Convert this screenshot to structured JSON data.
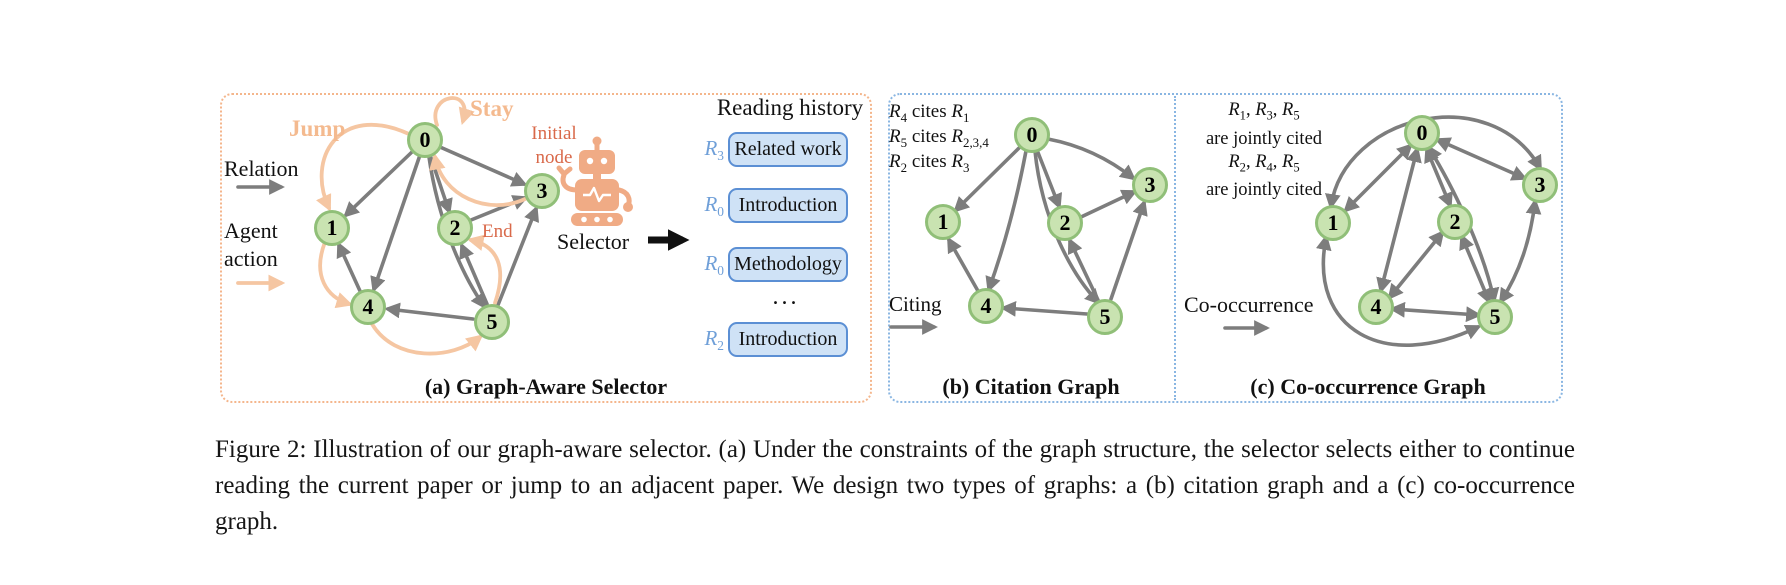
{
  "colors": {
    "node_fill": "#c9e3b1",
    "node_stroke": "#90bf78",
    "relation_gray": "#7d7d7d",
    "agent_orange": "#f5c6a2",
    "robot_peach": "#f0ab85",
    "action_label_peach": "#f4ba8f",
    "callout_red": "#d9694a",
    "history_box_fill": "#cfe2f6",
    "history_box_border": "#5b8fd4",
    "ref_blue": "#6f9fd8",
    "panel_a_border": "#f4b68c",
    "panel_bc_border": "#8ab6e2",
    "black_arrow": "#111111"
  },
  "figure": {
    "panel_a": {
      "title": "(a) Graph-Aware Selector",
      "legend": {
        "relation": "Relation",
        "agent_line1": "Agent",
        "agent_line2": "action"
      },
      "action_labels": {
        "jump": "Jump",
        "stay": "Stay",
        "initial_line1": "Initial",
        "initial_line2": "node",
        "end": "End"
      },
      "selector_label": "Selector",
      "nodes": [
        "0",
        "1",
        "2",
        "3",
        "4",
        "5"
      ],
      "relation_edges": [
        "0→1",
        "0→2",
        "0→3",
        "0→4",
        "0→5",
        "2→3",
        "4→1",
        "5→2",
        "5→3",
        "5→4"
      ],
      "agent_action_edges": [
        "0→0 (Stay)",
        "0→1 (Jump)",
        "3→0",
        "1→4",
        "4→5",
        "5→2 (End)"
      ],
      "reading_history": {
        "title": "Reading history",
        "ellipsis": "...",
        "items": [
          {
            "ref_base": "R",
            "ref_sub": "3",
            "section": "Related work"
          },
          {
            "ref_base": "R",
            "ref_sub": "0",
            "section": "Introduction"
          },
          {
            "ref_base": "R",
            "ref_sub": "0",
            "section": "Methodology"
          },
          {
            "ref_base": "R",
            "ref_sub": "2",
            "section": "Introduction"
          }
        ]
      }
    },
    "panel_b": {
      "title": "(b) Citation Graph",
      "legend": "Citing",
      "nodes": [
        "0",
        "1",
        "2",
        "3",
        "4",
        "5"
      ],
      "edges": [
        "0→1",
        "0→2",
        "0→3",
        "0→4",
        "0→5",
        "2→3",
        "4→1",
        "5→2",
        "5→3",
        "5→4"
      ],
      "facts": [
        [
          {
            "t": "R",
            "i": 1
          },
          {
            "t": "4",
            "sub": 1
          },
          {
            "t": " cites "
          },
          {
            "t": "R",
            "i": 1
          },
          {
            "t": "1",
            "sub": 1
          }
        ],
        [
          {
            "t": "R",
            "i": 1
          },
          {
            "t": "5",
            "sub": 1
          },
          {
            "t": " cites "
          },
          {
            "t": "R",
            "i": 1
          },
          {
            "t": "2,3,4",
            "sub": 1
          }
        ],
        [
          {
            "t": "R",
            "i": 1
          },
          {
            "t": "2",
            "sub": 1
          },
          {
            "t": " cites "
          },
          {
            "t": "R",
            "i": 1
          },
          {
            "t": "3",
            "sub": 1
          }
        ]
      ]
    },
    "panel_c": {
      "title": "(c) Co-occurrence Graph",
      "legend": "Co-occurrence",
      "nodes": [
        "0",
        "1",
        "2",
        "3",
        "4",
        "5"
      ],
      "edges": [
        "0↔1",
        "0↔2",
        "0↔3",
        "0↔4",
        "0↔5",
        "1↔3",
        "1↔5",
        "2↔4",
        "2↔5",
        "3↔5",
        "4↔5"
      ],
      "facts": [
        [
          {
            "t": "R",
            "i": 1
          },
          {
            "t": "1",
            "sub": 1
          },
          {
            "t": ", "
          },
          {
            "t": "R",
            "i": 1
          },
          {
            "t": "3",
            "sub": 1
          },
          {
            "t": ", "
          },
          {
            "t": "R",
            "i": 1
          },
          {
            "t": "5",
            "sub": 1
          }
        ],
        [
          {
            "t": "are jointly cited"
          }
        ],
        [
          {
            "t": "R",
            "i": 1
          },
          {
            "t": "2",
            "sub": 1
          },
          {
            "t": ", "
          },
          {
            "t": "R",
            "i": 1
          },
          {
            "t": "4",
            "sub": 1
          },
          {
            "t": ", "
          },
          {
            "t": "R",
            "i": 1
          },
          {
            "t": "5",
            "sub": 1
          }
        ],
        [
          {
            "t": "are jointly cited"
          }
        ]
      ]
    }
  },
  "caption": "Figure 2: Illustration of our graph-aware selector. (a) Under the constraints of the graph structure, the selector selects either to continue reading the current paper or jump to an adjacent paper. We design two types of graphs: a (b) citation graph and a (c) co-occurrence graph."
}
